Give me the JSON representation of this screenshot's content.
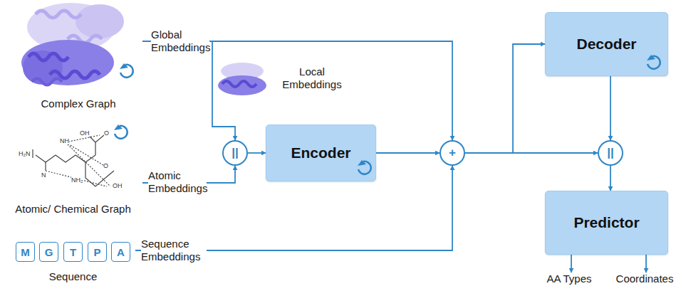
{
  "diagram": {
    "nodes": [
      {
        "text": [
          "Complex Graph"
        ]
      },
      {
        "text": [
          "Atomic/ Chemical Graph"
        ]
      },
      {
        "text": [
          "Sequence"
        ]
      },
      {
        "text": [
          "M"
        ],
        "in": 2
      },
      {
        "text": [
          "G"
        ],
        "in": 2
      },
      {
        "text": [
          "T"
        ],
        "in": 2
      },
      {
        "text": [
          "P"
        ],
        "in": 2
      },
      {
        "text": [
          "A"
        ],
        "in": 2
      },
      {
        "text": [
          "||"
        ]
      },
      {
        "text": [
          "Encoder"
        ]
      },
      {
        "text": [
          "+"
        ]
      },
      {
        "text": [
          "Decoder"
        ]
      },
      {
        "text": [
          "||"
        ]
      },
      {
        "text": [
          "Predictor"
        ]
      },
      {
        "text": [
          "AA Types"
        ]
      },
      {
        "text": [
          "Coordinates"
        ]
      }
    ],
    "edges": [
      {
        "from": 0,
        "to": 8,
        "label": "Global Embeddings",
        "arrow": "to"
      },
      {
        "from": 0,
        "to": 10,
        "arrow": "to"
      },
      {
        "from": 1,
        "to": 8,
        "label": "Atomic Embeddings",
        "arrow": "to"
      },
      {
        "from": 8,
        "to": 9,
        "arrow": "to"
      },
      {
        "from": 9,
        "to": 10,
        "arrow": "to"
      },
      {
        "from": 2,
        "to": 10,
        "label": "Sequence Embeddings",
        "arrow": "to"
      },
      {
        "from": 10,
        "to": 11,
        "arrow": "to"
      },
      {
        "from": 10,
        "to": 12,
        "arrow": "to"
      },
      {
        "from": 11,
        "to": 12,
        "arrow": "to"
      },
      {
        "from": 12,
        "to": 13,
        "arrow": "to"
      },
      {
        "from": 13,
        "to": 14,
        "arrow": "to"
      },
      {
        "from": 13,
        "to": 15,
        "arrow": "to"
      }
    ],
    "labels": [
      "Local Embeddings",
      "H₂N",
      "NH",
      "N",
      "O",
      "OH",
      "NH₂",
      "O",
      "OH"
    ]
  }
}
